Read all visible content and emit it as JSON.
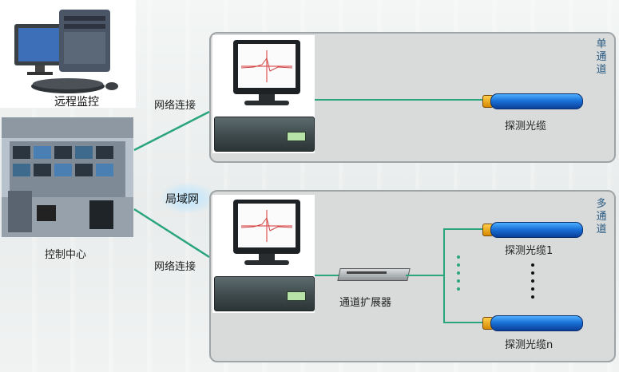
{
  "labels": {
    "remote_monitor": "远程监控",
    "control_center": "控制中心",
    "network_link_top": "网络连接",
    "network_link_bottom": "网络连接",
    "lan": "局域网",
    "single_channel": "单通道",
    "multi_channel": "多通道",
    "probe_cable_single": "探测光缆",
    "probe_cable_1": "探测光缆1",
    "probe_cable_n": "探测光缆n",
    "channel_expander": "通道扩展器"
  },
  "colors": {
    "wire": "#2aa57d",
    "panel_bg": "#d9dbdb",
    "channel_label": "#2a5b82",
    "cable": "#1a72d8"
  }
}
